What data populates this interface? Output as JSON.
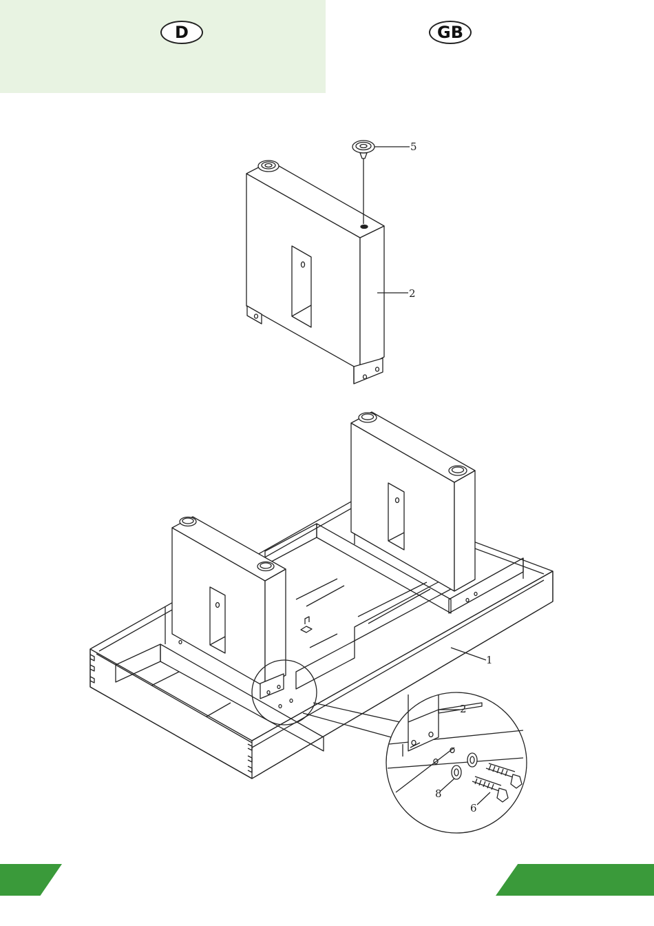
{
  "header": {
    "badge_de": "D",
    "badge_gb": "GB"
  },
  "callouts": {
    "part_1": "1",
    "part_2_top": "2",
    "part_2_detail": "2",
    "part_5": "5",
    "part_6": "6",
    "part_8": "8"
  },
  "colors": {
    "panel_green": "#e8f3e2",
    "footer_green": "#3a9a3a",
    "line": "#222222"
  }
}
